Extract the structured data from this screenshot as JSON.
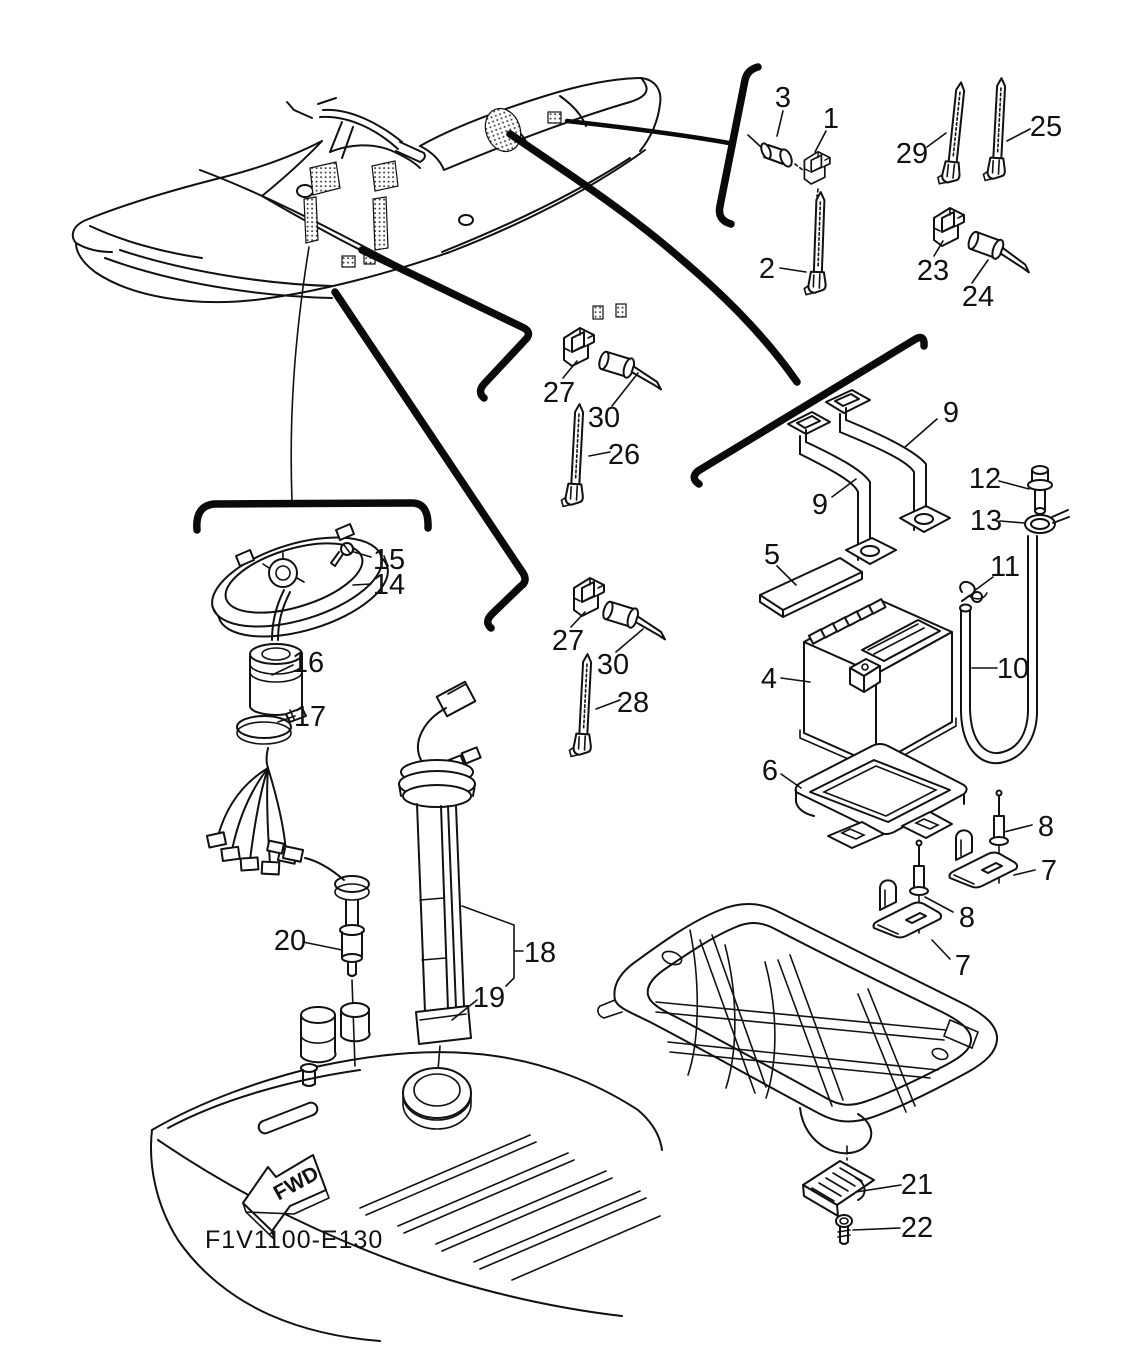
{
  "diagram": {
    "code": "F1V1100-E130",
    "fwd": "FWD"
  },
  "callouts": [
    "3",
    "1",
    "2",
    "29",
    "25",
    "23",
    "24",
    "27",
    "30",
    "26",
    "9",
    "9",
    "12",
    "13",
    "5",
    "11",
    "4",
    "10",
    "15",
    "14",
    "16",
    "17",
    "27",
    "30",
    "28",
    "6",
    "8",
    "7",
    "8",
    "7",
    "20",
    "18",
    "19",
    "21",
    "22"
  ]
}
